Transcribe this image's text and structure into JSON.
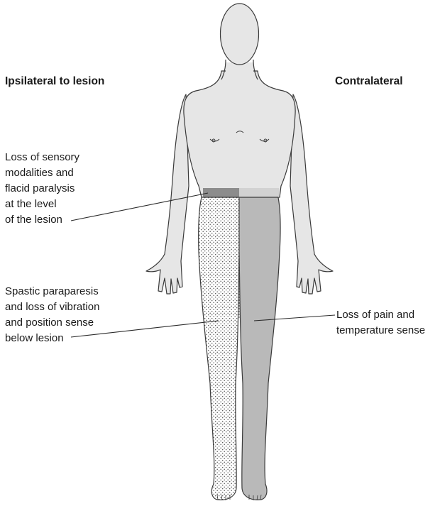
{
  "headings": {
    "ipsilateral": "Ipsilateral to lesion",
    "contralateral": "Contralateral"
  },
  "labels": {
    "lesion_level": [
      "Loss of sensory",
      "modalities and",
      "flacid paralysis",
      "at the level",
      "of the lesion"
    ],
    "below_lesion": [
      "Spastic paraparesis",
      "and loss of vibration",
      "and position sense",
      "below lesion"
    ],
    "contralateral_loss": [
      "Loss of pain and",
      "temperature sense"
    ]
  },
  "colors": {
    "body_fill": "#e6e6e6",
    "outline": "#3a3a3a",
    "lesion_band": "#8c8c8c",
    "contralateral_shade": "#b9b9b9",
    "band_light": "#d2d2d2",
    "stipple_dot": "#555555"
  },
  "icons": [
    "human-body-front-figure"
  ]
}
